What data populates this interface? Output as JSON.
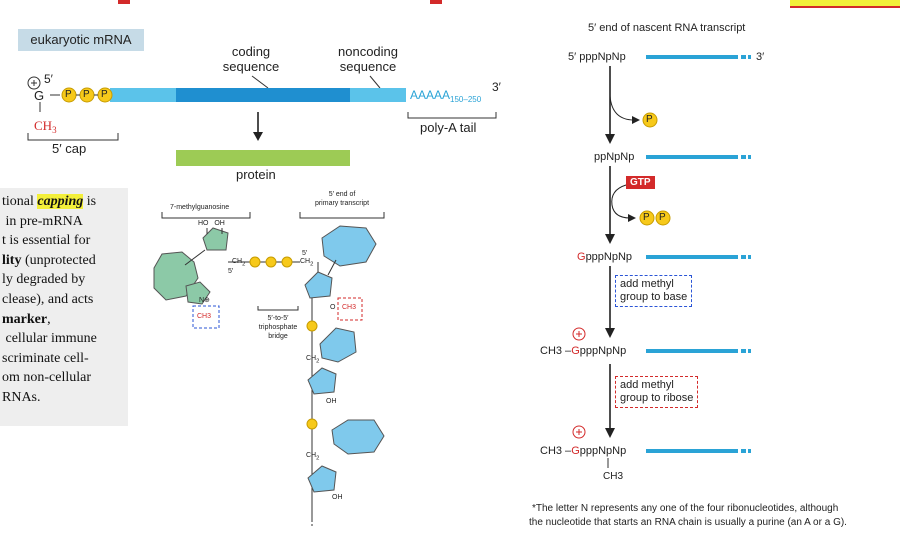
{
  "left_panel": {
    "badge": "eukaryotic mRNA",
    "coding_label": "coding\nsequence",
    "noncoding_label": "noncoding\nsequence",
    "five_prime": "5′",
    "three_prime": "3′",
    "g_label": "G",
    "ch3": "CH3",
    "p": "P",
    "polya_text": "AAAAA",
    "polya_sub": "150–250",
    "polya_tail": "poly-A tail",
    "five_cap": "5′ cap",
    "protein": "protein"
  },
  "text_panel": {
    "line1_pre": "tional ",
    "line1_hl": "capping",
    "line1_post": " is",
    "line2": " in pre-mRNA",
    "line3": "t is essential for",
    "line4_b": "lity",
    "line4_post": " (unprotected",
    "line5": "ly degraded by",
    "line6": "clease), and acts",
    "line7_b": "marker",
    "line7_post": ",",
    "line8": " cellular immune",
    "line9": "scriminate cell-",
    "line10": "om non-cellular",
    "line11": "RNAs."
  },
  "structure": {
    "methylguanosine": "7-methylguanosine",
    "primary_end": "5′ end of\nprimary transcript",
    "ho_oh": "HO   OH",
    "ch2": "CH2",
    "five_p": "5′",
    "n_plus": "N⊕",
    "ch3": "CH3",
    "o_ch3": "O",
    "triphosphate": "5′-to-5′\ntriphosphate\nbridge",
    "oh": "OH"
  },
  "right_panel": {
    "header": "5′ end of nascent RNA transcript",
    "row1_left": "5′ pppNpNp",
    "row1_right": "3′",
    "p_release": "P",
    "row2": "ppNpNp",
    "gtp": "GTP",
    "pp_release": "P",
    "row3_red": "G",
    "row3_rest": "pppNpNp",
    "add_methyl_base": "add methyl\ngroup to base",
    "row4_prefix": "CH3 –",
    "row4_red": "G",
    "row4_rest": "pppNpNp",
    "add_methyl_ribose": "add methyl\ngroup to ribose",
    "row5_prefix": "CH3 –",
    "row5_red": "G",
    "row5_rest": "pppNpNp",
    "row5_ch3": "CH3",
    "plus": "+",
    "footnote1": "*The letter N represents any one of the four ribonucleotides, although",
    "footnote2": "the nucleotide that starts an RNA chain is usually a purine (an A or a G)."
  },
  "colors": {
    "rna_light": "#5bc3ea",
    "rna_dark": "#1f8fd0",
    "protein": "#9dcb55",
    "phosphate": "#f7c91a",
    "red": "#d32a2a",
    "base_blue": "#7fc9ec",
    "green_base": "#8cc9a7"
  }
}
